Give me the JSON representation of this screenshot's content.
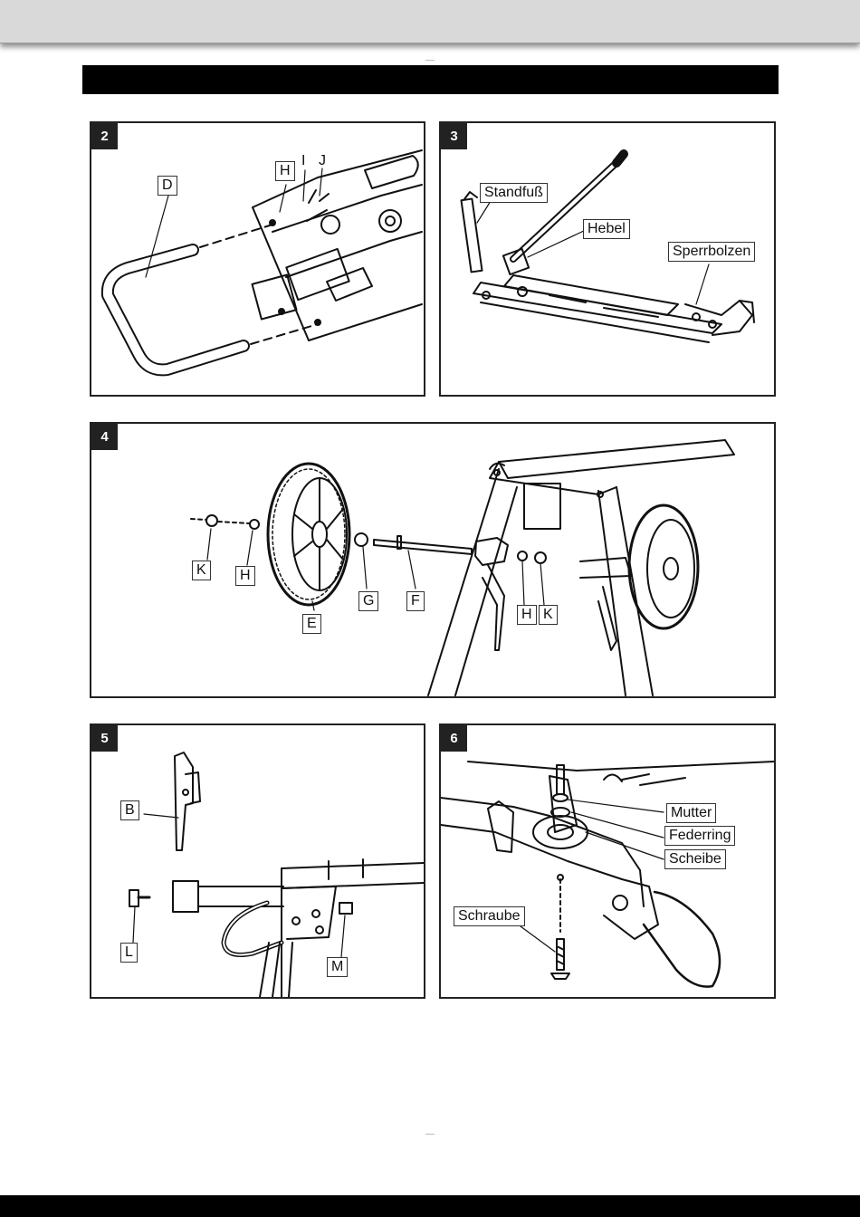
{
  "figures": [
    {
      "number": "2",
      "labels": {
        "D": "D",
        "H": "H",
        "I": "I",
        "J": "J"
      }
    },
    {
      "number": "3",
      "labels": {
        "standfuss": "Standfuß",
        "hebel": "Hebel",
        "sperrbolzen": "Sperrbolzen"
      }
    },
    {
      "number": "4",
      "labels": {
        "K1": "K",
        "H1": "H",
        "E": "E",
        "G": "G",
        "F": "F",
        "H2": "H",
        "K2": "K"
      }
    },
    {
      "number": "5",
      "labels": {
        "B": "B",
        "L": "L",
        "M": "M"
      }
    },
    {
      "number": "6",
      "labels": {
        "mutter": "Mutter",
        "federring": "Federring",
        "scheibe": "Scheibe",
        "schraube": "Schraube"
      }
    }
  ]
}
